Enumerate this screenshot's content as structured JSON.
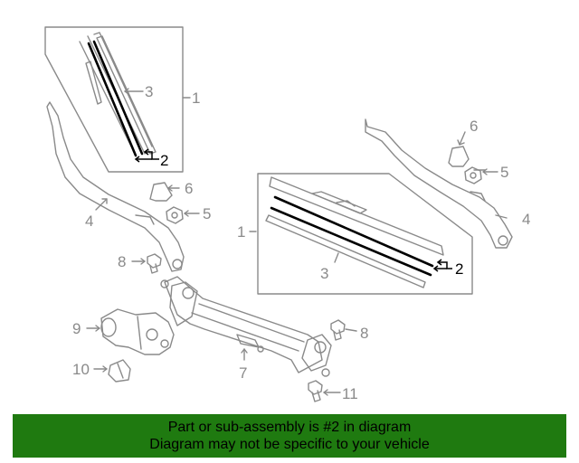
{
  "diagram": {
    "callouts": {
      "left_assembly": "1",
      "right_assembly": "1",
      "refill_left": "2",
      "refill_right": "2",
      "blade_left": "3",
      "blade_right": "3",
      "arm_left": "4",
      "arm_right": "4",
      "nut_left": "5",
      "nut_right": "5",
      "cap_left": "6",
      "cap_right": "6",
      "linkage": "7",
      "bolt_left": "8",
      "bolt_right": "8",
      "motor": "9",
      "grommet": "10",
      "bolt_bottom": "11"
    },
    "highlight_color": "#000000",
    "line_color": "#8a8a8a"
  },
  "footer": {
    "line1": "Part or sub-assembly is #2 in diagram",
    "line2": "Diagram may not be specific to your vehicle",
    "background": "#1f7a10"
  }
}
